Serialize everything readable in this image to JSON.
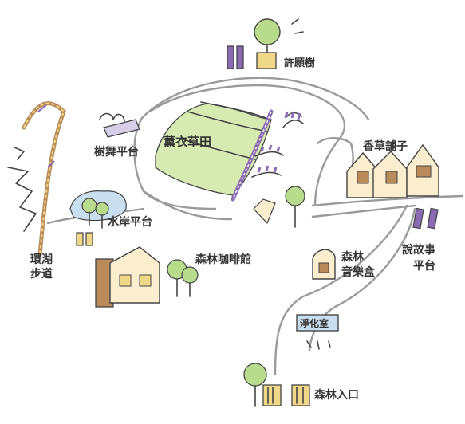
{
  "colors": {
    "meadow": "#d6eab2",
    "tree_canopy": "#b8dc8c",
    "water": "#c9dfef",
    "wood_brown": "#b98a5a",
    "purple": "#8a6bb3",
    "yellow": "#f0d889",
    "ink": "#444444",
    "road": "#9a9a9a"
  },
  "labels": {
    "kuaitou_tree": "許願樹",
    "tree_dance_platform": "樹舞平台",
    "meadow": "薰衣草田",
    "vanilla_shop": "香草舖子",
    "lake_trail_1": "環湖",
    "lake_trail_2": "步道",
    "waterside_platform": "水岸平台",
    "forest_cafe": "森林咖啡館",
    "music_box_1": "森林",
    "music_box_2": "音樂盒",
    "story_platform_1": "說故事",
    "story_platform_2": "平台",
    "restroom": "淨化室",
    "entrance": "森林入口"
  },
  "icons": [
    "wish-tree-icon",
    "tree-dance-platform-icon",
    "meadow-field-icon",
    "vanilla-shop-houses-icon",
    "lake-trail-icon",
    "waterside-platform-icon",
    "forest-cafe-house-icon",
    "music-box-hut-icon",
    "story-chairs-icon",
    "restroom-sign-icon",
    "entrance-gate-icon"
  ]
}
